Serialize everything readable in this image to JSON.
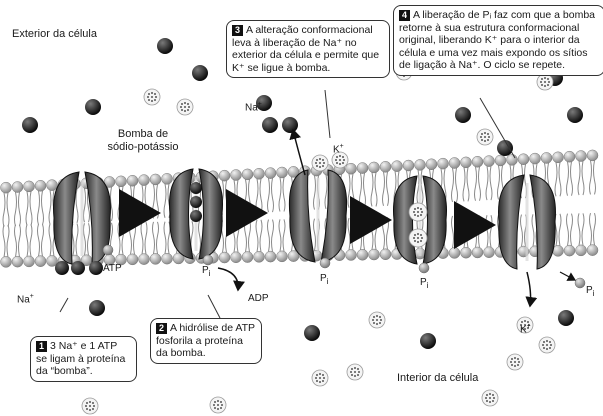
{
  "labels": {
    "exterior": "Exterior da célula",
    "interior": "Interior da célula",
    "pump": "Bomba de sódio-potássio",
    "atp": "ATP",
    "adp": "ADP",
    "pi": "P",
    "pi_sub": "i",
    "na": "Na",
    "k": "K",
    "plus": "+"
  },
  "steps": [
    {
      "number": "1",
      "text": "3 Na⁺ e 1 ATP se ligam à proteína da “bomba”."
    },
    {
      "number": "2",
      "text": "A hidrólise de ATP fosforila a proteína da bomba."
    },
    {
      "number": "3",
      "text": "A alteração conformacional leva à liberação de Na⁺ no exterior da célula e permite que K⁺ se ligue à bomba."
    },
    {
      "number": "4",
      "text": "A liberação de Pᵢ faz com que a bomba retorne à sua estrutura conformacional original, liberando K⁺ para o interior da célula e uma vez mais expondo os sítios de ligação à Na⁺. O ciclo se repete."
    }
  ],
  "colors": {
    "sodium": "#151515",
    "potassium": "#cfcfcf",
    "protein": "#4a4a4a",
    "lipid_head": "#bdbdbd",
    "phosphate": "#9a9a9a"
  }
}
